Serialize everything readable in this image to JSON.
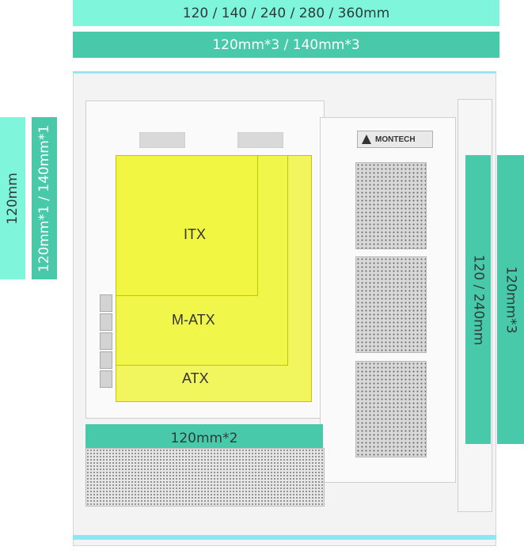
{
  "labels": {
    "top_radiator": "120 / 140 / 240 / 280 / 360mm",
    "top_fans": "120mm*3 / 140mm*3",
    "rear_radiator": "120mm",
    "rear_fans": "120mm*1 / 140mm*1",
    "side_radiator": "120 / 240mm",
    "side_fans": "120mm*3",
    "bottom_fans": "120mm*2"
  },
  "motherboard": {
    "itx": "ITX",
    "matx": "M-ATX",
    "atx": "ATX"
  },
  "brand": {
    "logo_text": "MONTECH"
  },
  "colors": {
    "band_light": "#7ff5dc",
    "band_dark": "#48c9a9",
    "motherboard_highlight": "#f0f53c",
    "led_strip": "#8ae9f0"
  }
}
